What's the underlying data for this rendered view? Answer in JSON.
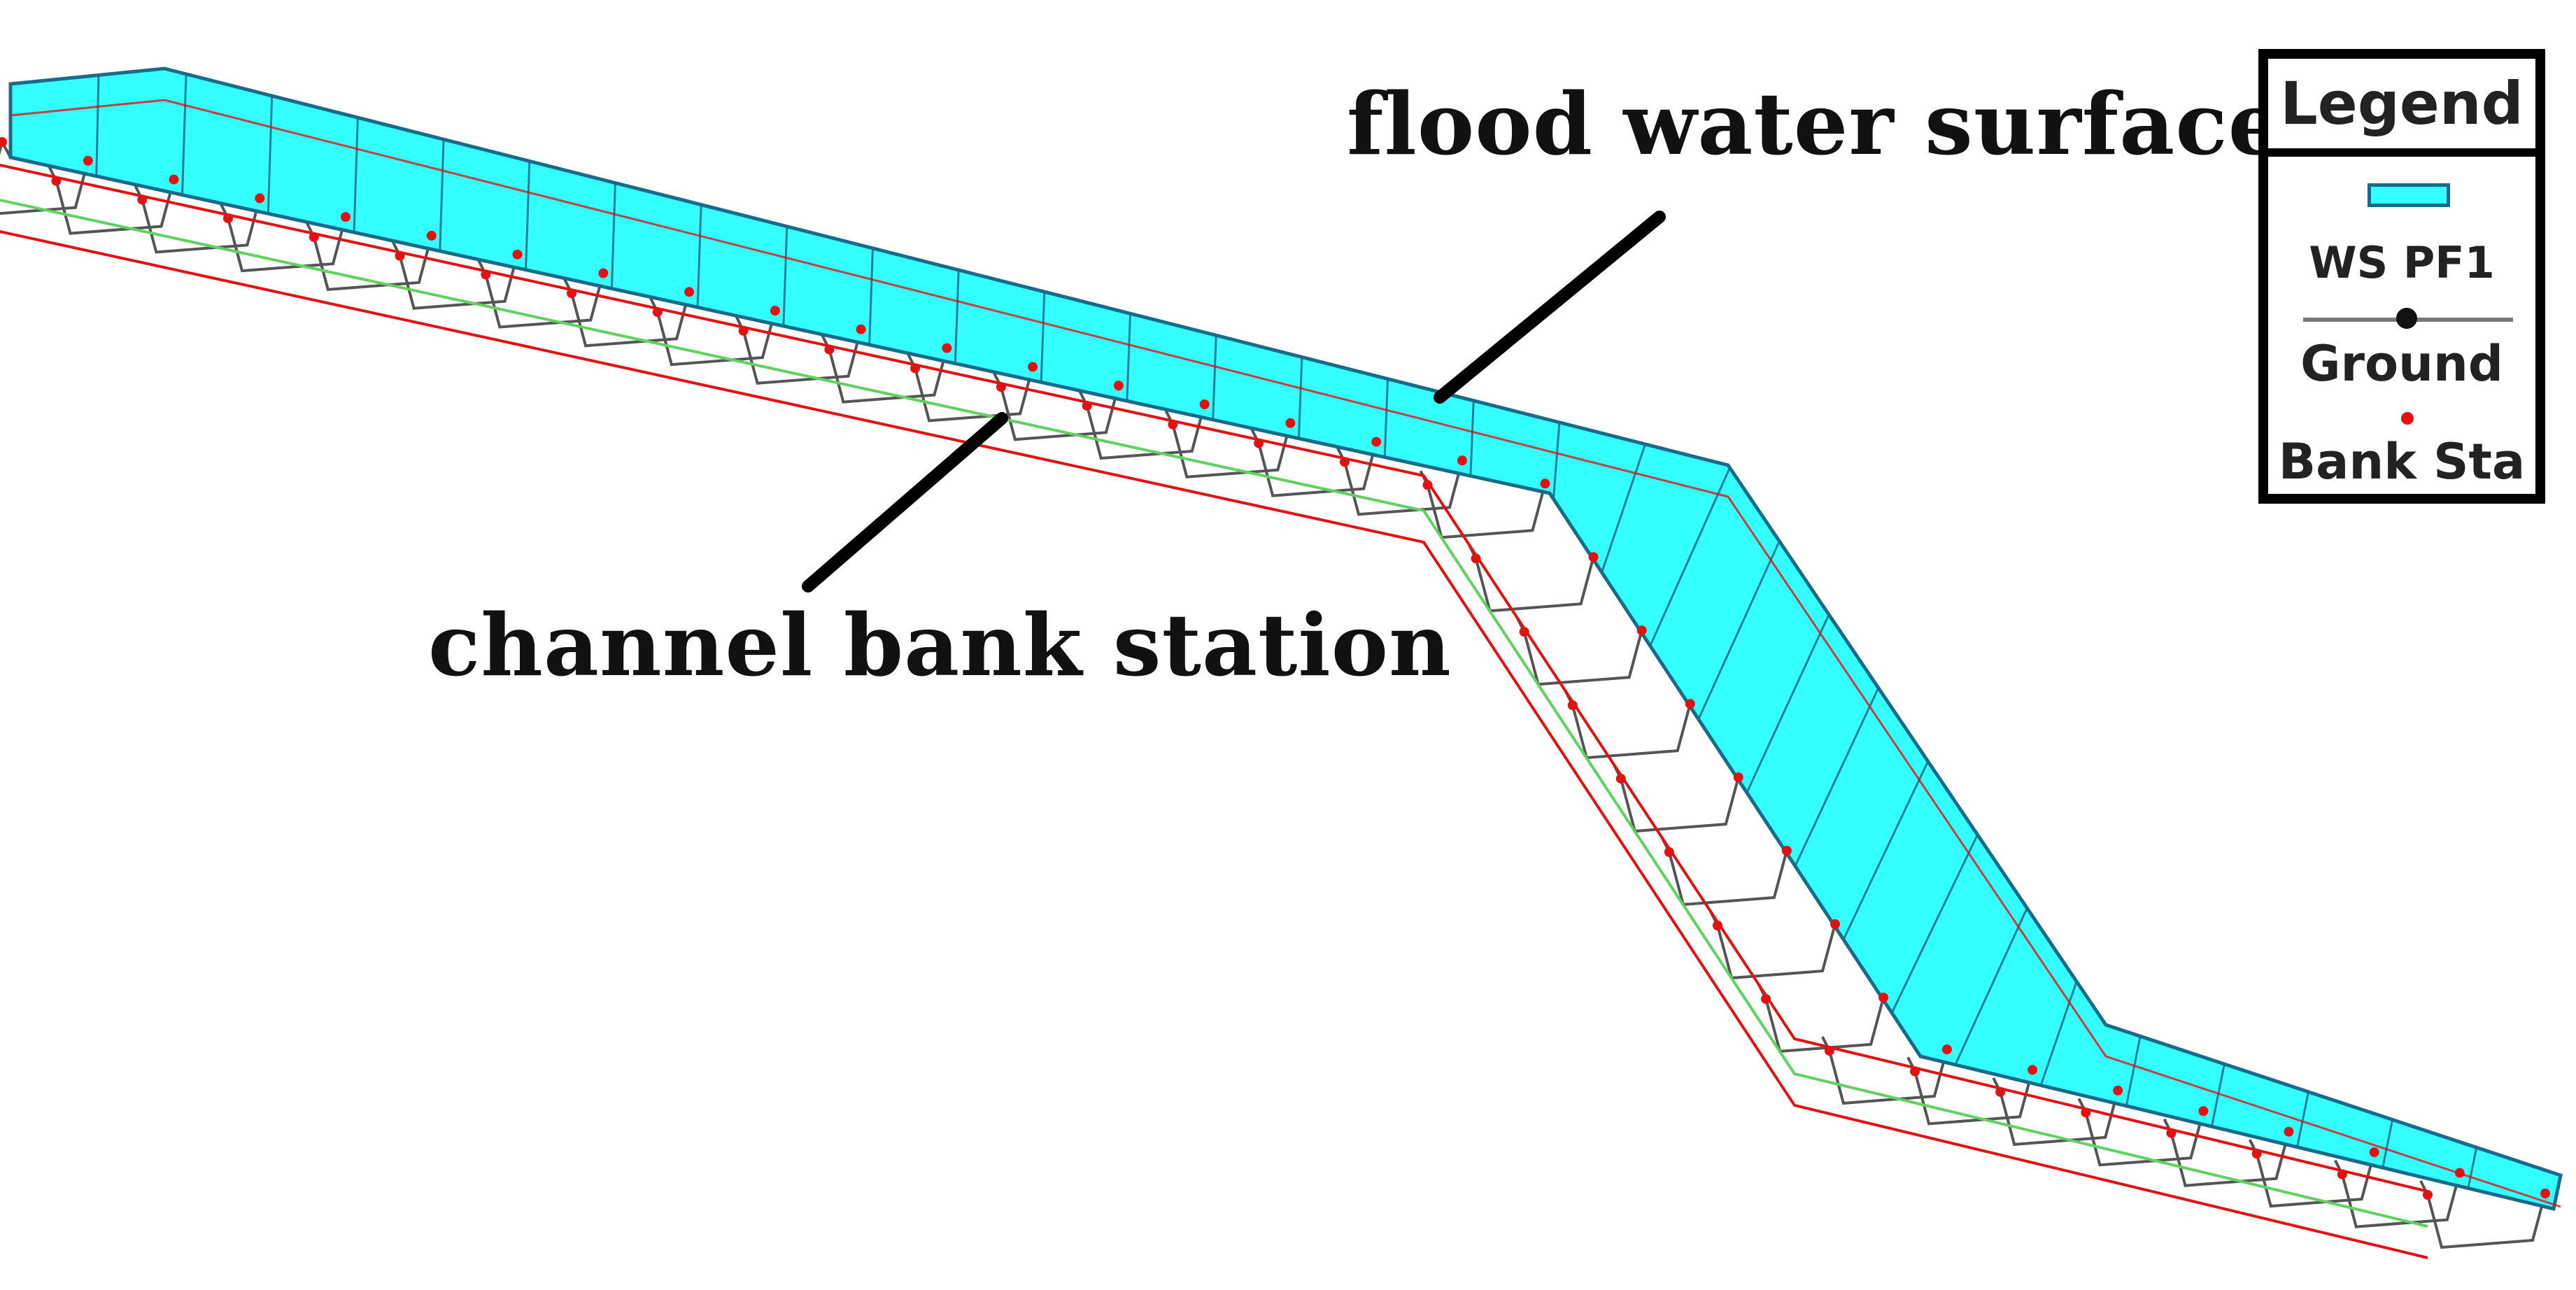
{
  "annotations": {
    "flood_water_surface": "flood water surface",
    "channel_bank_station": "channel bank station"
  },
  "legend": {
    "title": "Legend",
    "items": [
      {
        "label": "WS PF1",
        "symbol": "water-surface-swatch"
      },
      {
        "label": "Ground",
        "symbol": "ground-line-with-dot"
      },
      {
        "label": "Bank Sta",
        "symbol": "red-dot"
      }
    ]
  },
  "colors": {
    "water_surface": "#33ffff",
    "water_edge": "#1a6b8a",
    "bank_station": "#e21212",
    "ground": "#555555",
    "green_line": "#5fd35f",
    "annotation_text": "#111111"
  }
}
